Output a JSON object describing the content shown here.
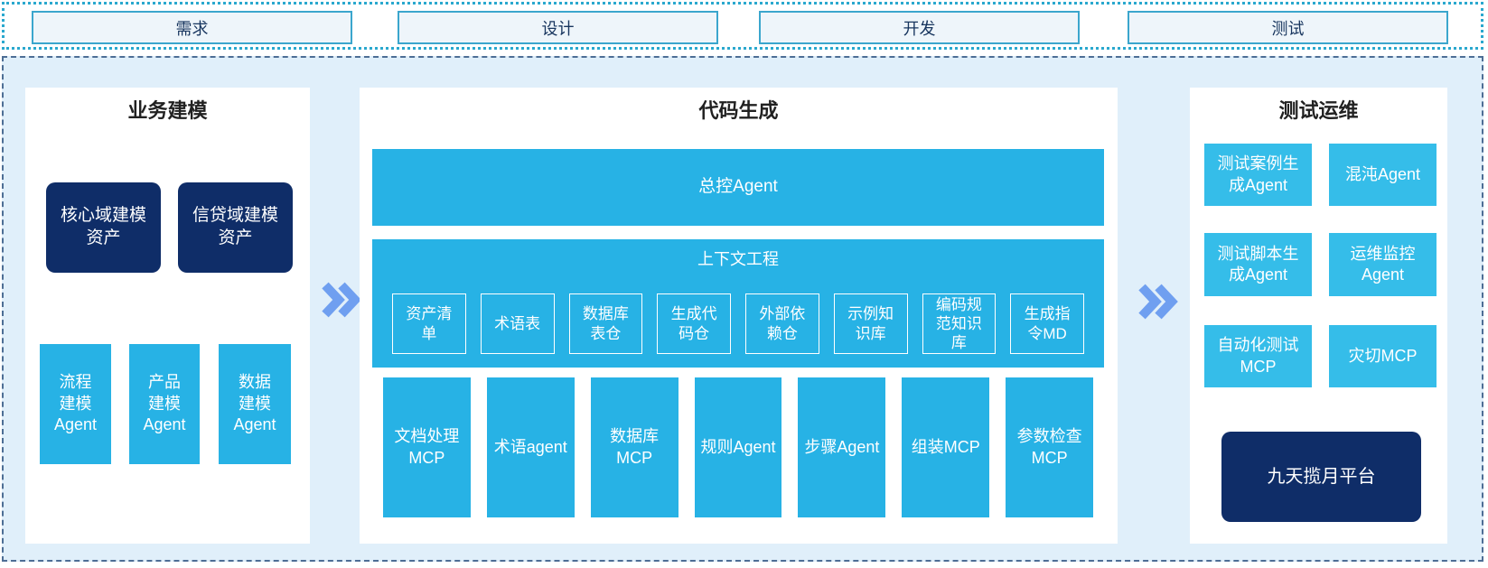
{
  "stages": [
    {
      "label": "需求"
    },
    {
      "label": "设计"
    },
    {
      "label": "开发"
    },
    {
      "label": "测试"
    }
  ],
  "business_modeling": {
    "title": "业务建模",
    "assets": [
      {
        "label": "核心域建模\n资产"
      },
      {
        "label": "信贷域建模\n资产"
      }
    ],
    "agents": [
      {
        "label": "流程\n建模\nAgent"
      },
      {
        "label": "产品\n建模\nAgent"
      },
      {
        "label": "数据\n建模\nAgent"
      }
    ]
  },
  "code_generation": {
    "title": "代码生成",
    "master_agent": "总控Agent",
    "context_engineering": {
      "title": "上下文工程",
      "items": [
        {
          "label": "资产清\n单"
        },
        {
          "label": "术语表"
        },
        {
          "label": "数据库\n表仓"
        },
        {
          "label": "生成代\n码仓"
        },
        {
          "label": "外部依\n赖仓"
        },
        {
          "label": "示例知\n识库"
        },
        {
          "label": "编码规\n范知识\n库"
        },
        {
          "label": "生成指\n令MD"
        }
      ]
    },
    "tools": [
      {
        "label": "文档处理\nMCP"
      },
      {
        "label": "术语agent"
      },
      {
        "label": "数据库\nMCP"
      },
      {
        "label": "规则Agent"
      },
      {
        "label": "步骤Agent"
      },
      {
        "label": "组装MCP"
      },
      {
        "label": "参数检查\nMCP"
      }
    ]
  },
  "test_ops": {
    "title": "测试运维",
    "boxes": [
      {
        "label": "测试案例生\n成Agent"
      },
      {
        "label": "混沌Agent"
      },
      {
        "label": "测试脚本生\n成Agent"
      },
      {
        "label": "运维监控\nAgent"
      },
      {
        "label": "自动化测试\nMCP"
      },
      {
        "label": "灾切MCP"
      }
    ],
    "platform": {
      "label": "九天揽月平台"
    }
  },
  "icons": {
    "flow_arrow": "double-chevron-right-icon"
  },
  "colors": {
    "cyan": "#27b2e5",
    "cyan_light": "#35bde9",
    "navy": "#0f2d68",
    "stage_bg": "#eef5fa",
    "stage_border": "#3ba6cd",
    "stage_text": "#17355e",
    "strip_border": "#2aa8ce",
    "main_border": "#4d6e95",
    "main_bg": "#e0effa",
    "title_text": "#212121",
    "arrow": "#6f9ff0"
  }
}
